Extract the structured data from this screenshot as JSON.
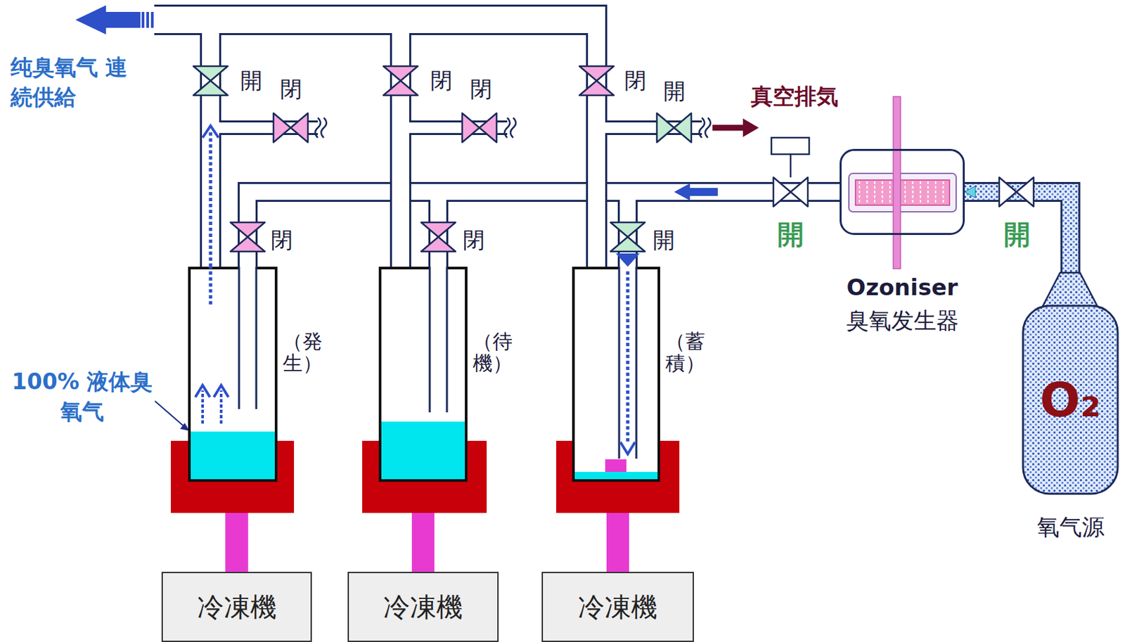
{
  "diagram": {
    "nodes": [
      {
        "text": [
          "（発生）"
        ]
      },
      {
        "text": [
          "（待機）"
        ]
      },
      {
        "text": [
          "（蓄積）"
        ]
      },
      {
        "text": [
          "冷凍機"
        ]
      },
      {
        "text": [
          "冷凍機"
        ]
      },
      {
        "text": [
          "冷凍機"
        ]
      },
      {
        "text": [
          "Ozoniser",
          "臭氧发生器"
        ]
      },
      {
        "text": [
          "O₂",
          "氧气源"
        ]
      }
    ],
    "edges": [
      {
        "from": 0,
        "to": 3,
        "arrow": "none"
      },
      {
        "from": 1,
        "to": 4,
        "arrow": "none"
      },
      {
        "from": 2,
        "to": 5,
        "arrow": "none"
      },
      {
        "from": 7,
        "to": 6,
        "arrow": "to"
      },
      {
        "from": 6,
        "to": 0,
        "arrow": "none"
      },
      {
        "from": 6,
        "to": 1,
        "arrow": "none"
      },
      {
        "from": 6,
        "to": 2,
        "arrow": "to"
      }
    ],
    "labels": [
      "纯臭氧气 連続供給",
      "開",
      "閉",
      "閉",
      "閉",
      "閉",
      "開",
      "真空排気",
      "閉",
      "閉",
      "開",
      "開",
      "開",
      "100% 液体臭氧气"
    ]
  }
}
